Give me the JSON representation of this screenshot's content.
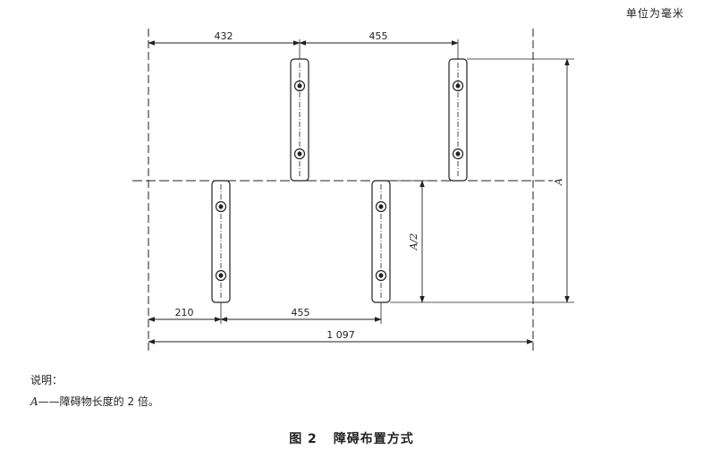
{
  "unit_note": "单位为毫米",
  "dimensions": {
    "top_left": "432",
    "top_right": "455",
    "bottom_left": "210",
    "bottom_mid": "455",
    "total": "1 097",
    "half_height": "A/2",
    "full_height": "A"
  },
  "legend": {
    "title": "说明：",
    "symbol": "A",
    "text": "——障碍物长度的 2 倍。"
  },
  "caption": {
    "number": "图 2",
    "title": "障碍布置方式"
  }
}
